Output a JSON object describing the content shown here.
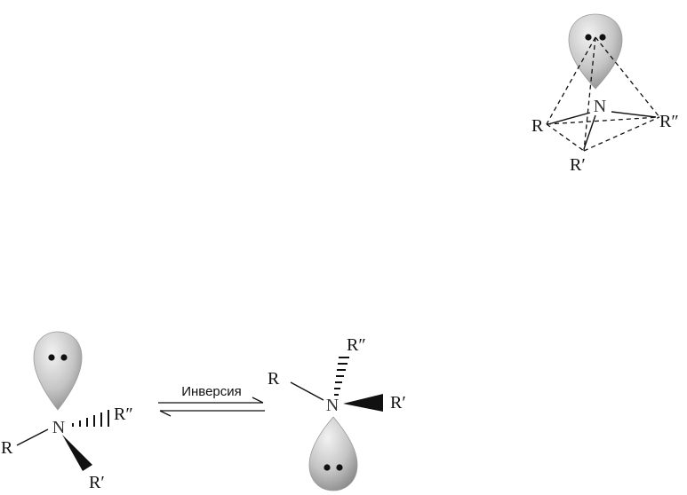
{
  "pyramid": {
    "atom": "N",
    "sub_r": "R",
    "sub_r1": "R′",
    "sub_r2": "R″"
  },
  "left_molecule": {
    "atom": "N",
    "sub_r": "R",
    "sub_r1": "R′",
    "sub_r2": "R″"
  },
  "right_molecule": {
    "atom": "N",
    "sub_r": "R",
    "sub_r1": "R′",
    "sub_r2": "R″"
  },
  "equilibrium": {
    "label": "Инверсия"
  },
  "colors": {
    "lobe_light": "#e8e8e8",
    "lobe_dark": "#8a8a8a",
    "line": "#111111"
  }
}
